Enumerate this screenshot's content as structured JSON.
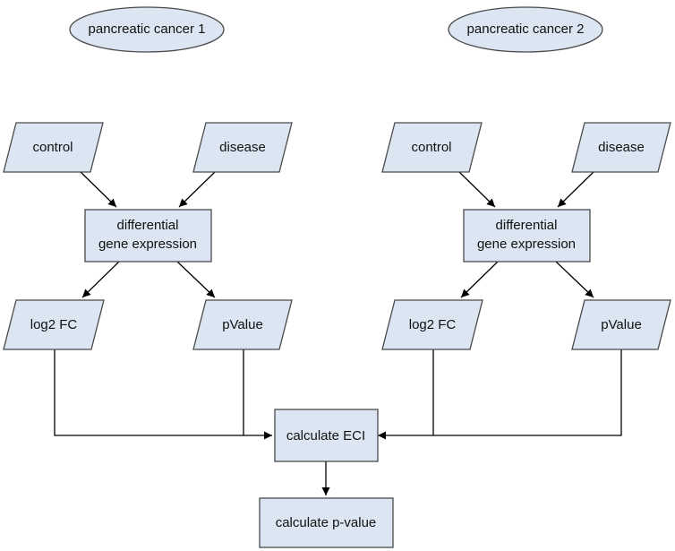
{
  "diagram": {
    "dataset_1": {
      "title": "pancreatic cancer 1",
      "control": "control",
      "disease": "disease",
      "process_line1": "differential",
      "process_line2": "gene expression",
      "fold_change": "log2 FC",
      "p_value": "pValue"
    },
    "dataset_2": {
      "title": "pancreatic cancer 2",
      "control": "control",
      "disease": "disease",
      "process_line1": "differential",
      "process_line2": "gene expression",
      "fold_change": "log2 FC",
      "p_value": "pValue"
    },
    "eci_step": "calculate ECI",
    "pvalue_step": "calculate p-value",
    "colors": {
      "node_fill": "#dce6f2",
      "node_stroke": "#4a4a4a",
      "edge": "#000000"
    }
  }
}
